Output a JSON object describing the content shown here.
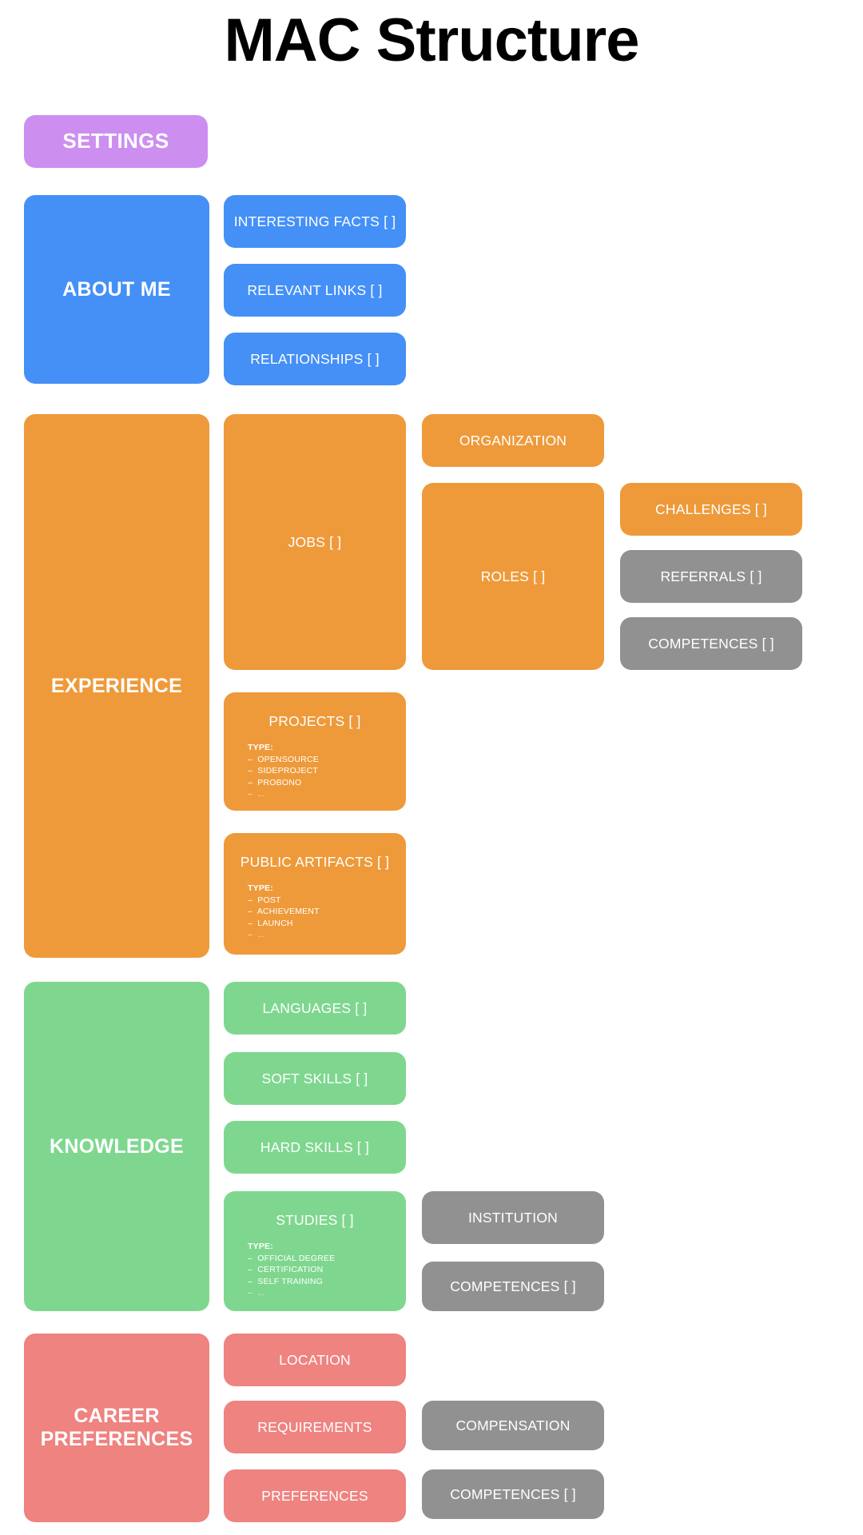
{
  "page": {
    "title": "MAC Structure",
    "background": "#FFFFFF"
  },
  "palette": {
    "purple": "#CC8FF0",
    "blue": "#4490F7",
    "orange": "#EE9A3A",
    "green": "#7FD78F",
    "red": "#EE8380",
    "gray": "#919191",
    "text_on_node": "#FFFFFF",
    "title_text": "#000000"
  },
  "sections": {
    "settings": {
      "label": "SETTINGS"
    },
    "about_me": {
      "label": "ABOUT ME",
      "children": [
        {
          "label": "INTERESTING FACTS [ ]"
        },
        {
          "label": "RELEVANT LINKS [ ]"
        },
        {
          "label": "RELATIONSHIPS [ ]"
        }
      ]
    },
    "experience": {
      "label": "EXPERIENCE",
      "jobs": {
        "label": "JOBS [ ]"
      },
      "organization": {
        "label": "ORGANIZATION"
      },
      "roles": {
        "label": "ROLES [ ]"
      },
      "challenges": {
        "label": "CHALLENGES [ ]"
      },
      "referrals": {
        "label": "REFERRALS [ ]"
      },
      "competences": {
        "label": "COMPETENCES [ ]"
      },
      "projects": {
        "label": "PROJECTS [ ]",
        "type_title": "TYPE:",
        "type_items": [
          "–  OPENSOURCE",
          "–  SIDEPROJECT",
          "–  PROBONO",
          "–  ..."
        ]
      },
      "public_artifacts": {
        "label": "PUBLIC ARTIFACTS [ ]",
        "type_title": "TYPE:",
        "type_items": [
          "–  POST",
          "–  ACHIEVEMENT",
          "–  LAUNCH",
          "–  ..."
        ]
      }
    },
    "knowledge": {
      "label": "KNOWLEDGE",
      "languages": {
        "label": "LANGUAGES [ ]"
      },
      "soft_skills": {
        "label": "SOFT SKILLS [ ]"
      },
      "hard_skills": {
        "label": "HARD SKILLS [ ]"
      },
      "studies": {
        "label": "STUDIES [ ]",
        "type_title": "TYPE:",
        "type_items": [
          "–  OFFICIAL DEGREE",
          "–  CERTIFICATION",
          "–  SELF TRAINING",
          "–  ..."
        ]
      },
      "institution": {
        "label": "INSTITUTION"
      },
      "competences": {
        "label": "COMPETENCES [ ]"
      }
    },
    "career_preferences": {
      "label": "CAREER\nPREFERENCES",
      "label_line1": "CAREER",
      "label_line2": "PREFERENCES",
      "location": {
        "label": "LOCATION"
      },
      "requirements": {
        "label": "REQUIREMENTS"
      },
      "preferences": {
        "label": "PREFERENCES"
      },
      "compensation": {
        "label": "COMPENSATION"
      },
      "competences": {
        "label": "COMPETENCES [ ]"
      }
    }
  }
}
